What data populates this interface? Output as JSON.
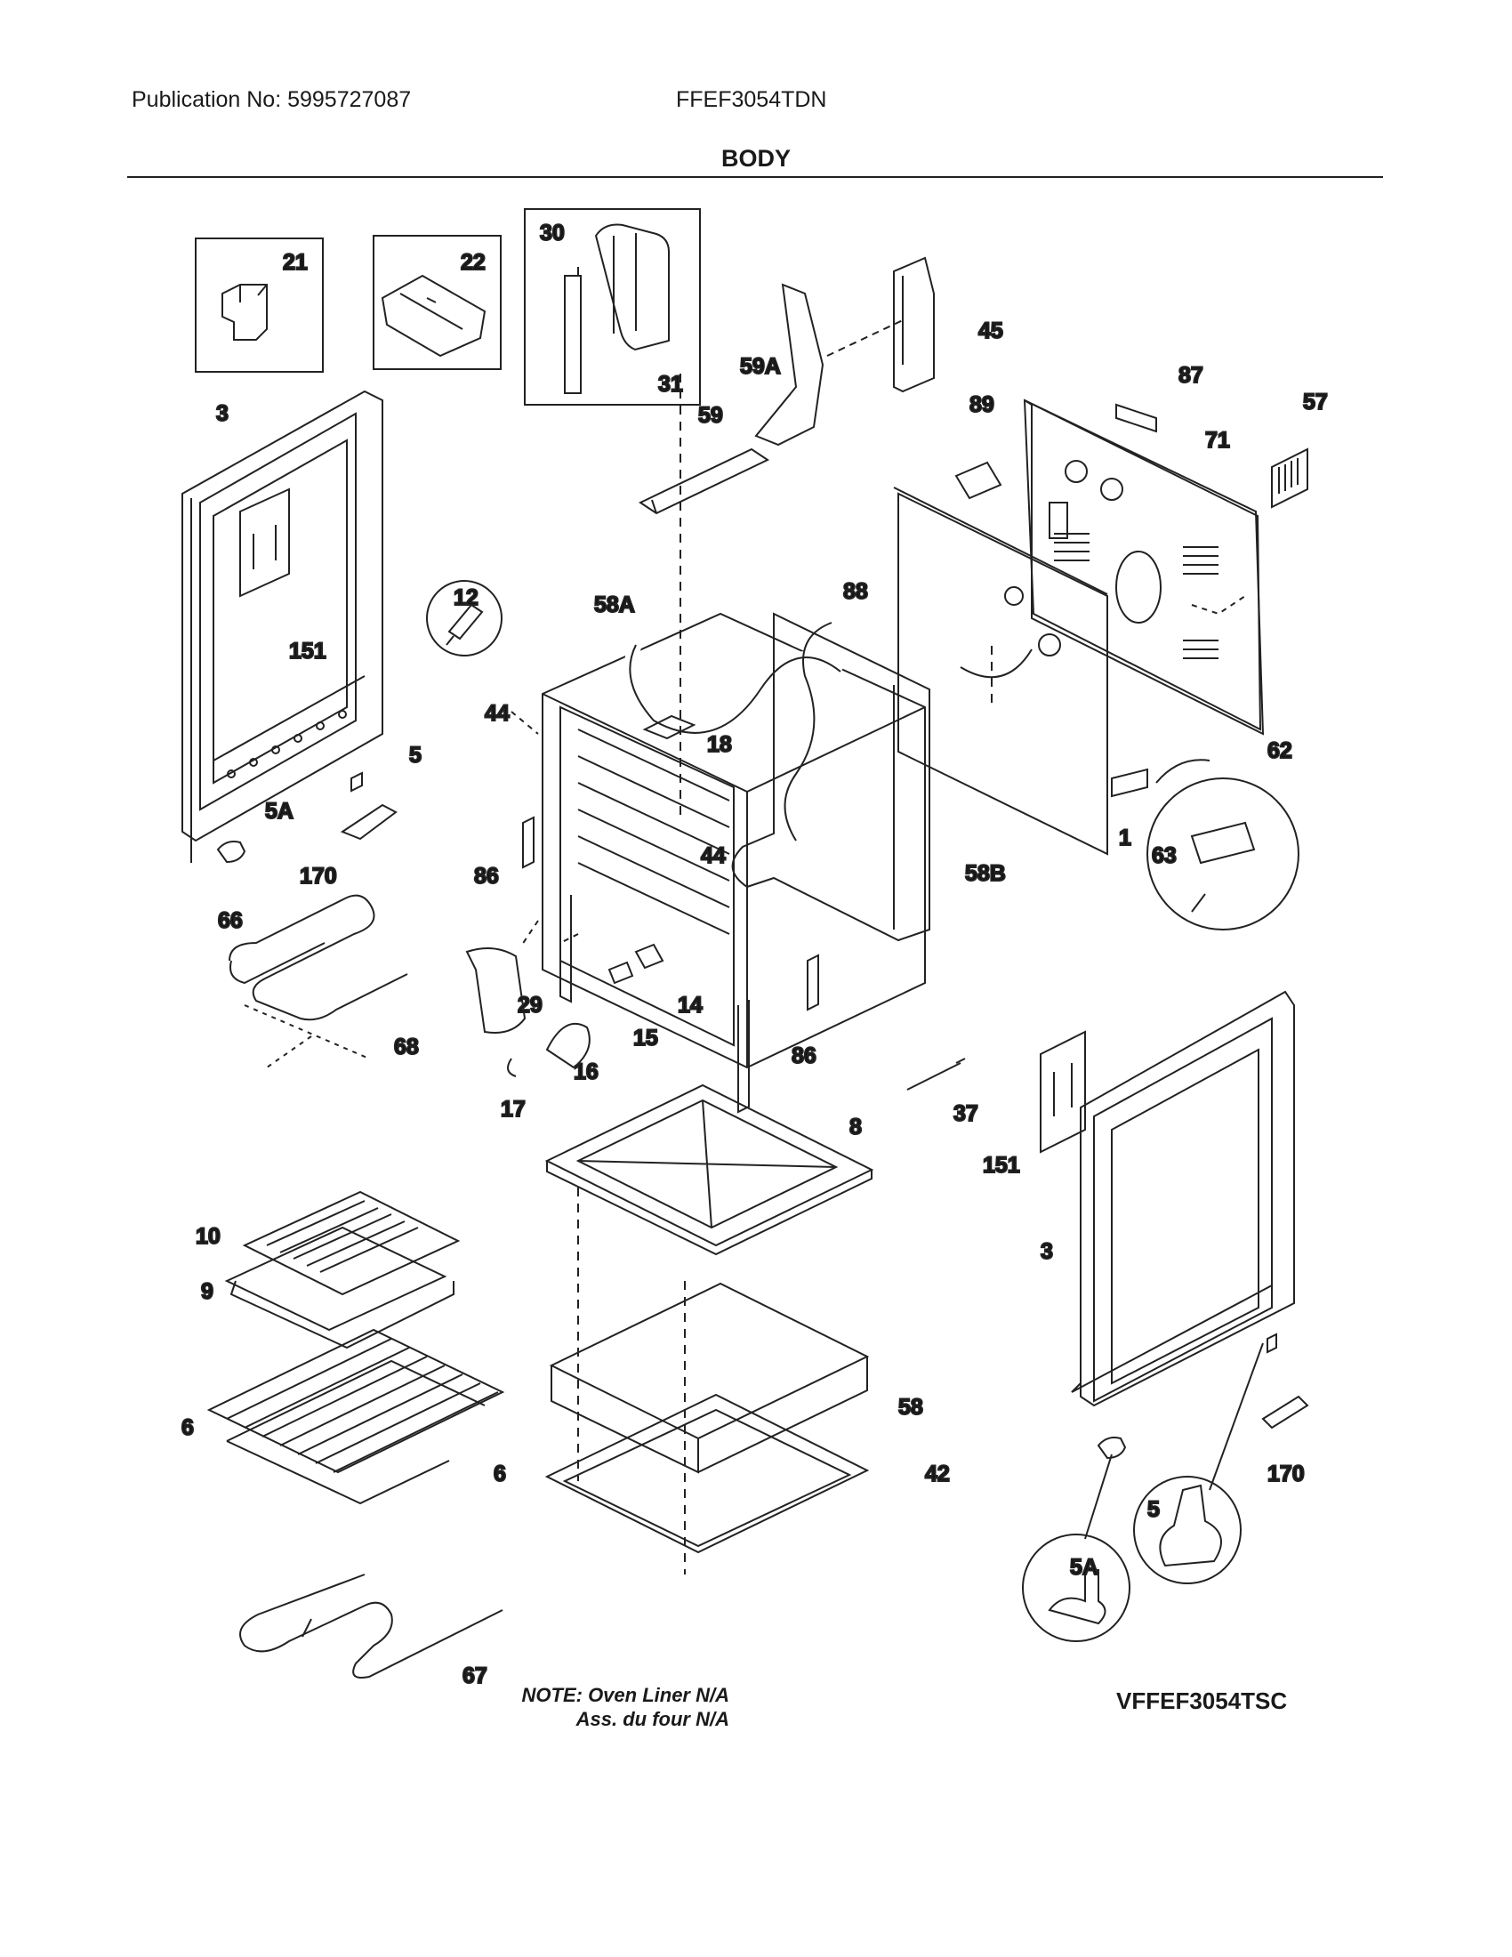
{
  "header": {
    "publication": "Publication No: 5995727087",
    "model": "FFEF3054TDN"
  },
  "section_title": "BODY",
  "part_labels": {
    "p1": "1",
    "p3_left": "3",
    "p3_right": "3",
    "p5_left": "5",
    "p5_right": "5",
    "p5a_left": "5A",
    "p5a_right": "5A",
    "p6_left": "6",
    "p6_right": "6",
    "p8": "8",
    "p9": "9",
    "p10": "10",
    "p12": "12",
    "p14": "14",
    "p15": "15",
    "p16": "16",
    "p17": "17",
    "p18": "18",
    "p21": "21",
    "p22": "22",
    "p29": "29",
    "p30": "30",
    "p31": "31",
    "p37": "37",
    "p42": "42",
    "p44_a": "44",
    "p44_b": "44",
    "p45": "45",
    "p57": "57",
    "p58": "58",
    "p58a": "58A",
    "p58b": "58B",
    "p59": "59",
    "p59a": "59A",
    "p62": "62",
    "p63": "63",
    "p66": "66",
    "p67": "67",
    "p68": "68",
    "p71": "71",
    "p86_a": "86",
    "p86_b": "86",
    "p87": "87",
    "p88": "88",
    "p89": "89",
    "p151_left": "151",
    "p151_right": "151",
    "p170_left": "170",
    "p170_right": "170"
  },
  "note": {
    "line1": "NOTE: Oven Liner N/A",
    "line2": "Ass. du four N/A"
  },
  "footer_code": "VFFEF3054TSC"
}
